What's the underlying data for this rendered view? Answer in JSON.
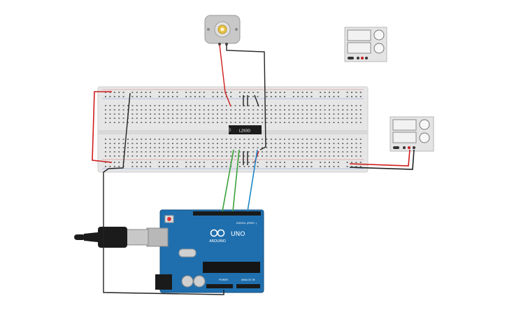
{
  "components": {
    "motor": {
      "name": "dc-motor"
    },
    "driver_ic": {
      "label": "L293D"
    },
    "arduino": {
      "brand": "ARDUINO",
      "model": "UNO",
      "digital_label": "DIGITAL (PWM~)",
      "analog_label": "ANALOG IN",
      "power_label": "POWER"
    },
    "power_supply_top": {
      "name": "power-supply-1"
    },
    "power_supply_right": {
      "name": "power-supply-2"
    }
  },
  "colors": {
    "background": "#ffffff",
    "breadboard": "#e6e6e6",
    "wire_red": "#d01c1c",
    "wire_black": "#222222",
    "wire_green": "#3aa23a",
    "wire_blue": "#1e88c8",
    "arduino_board": "#1f6fae",
    "ic_body": "#1c1c1c"
  }
}
